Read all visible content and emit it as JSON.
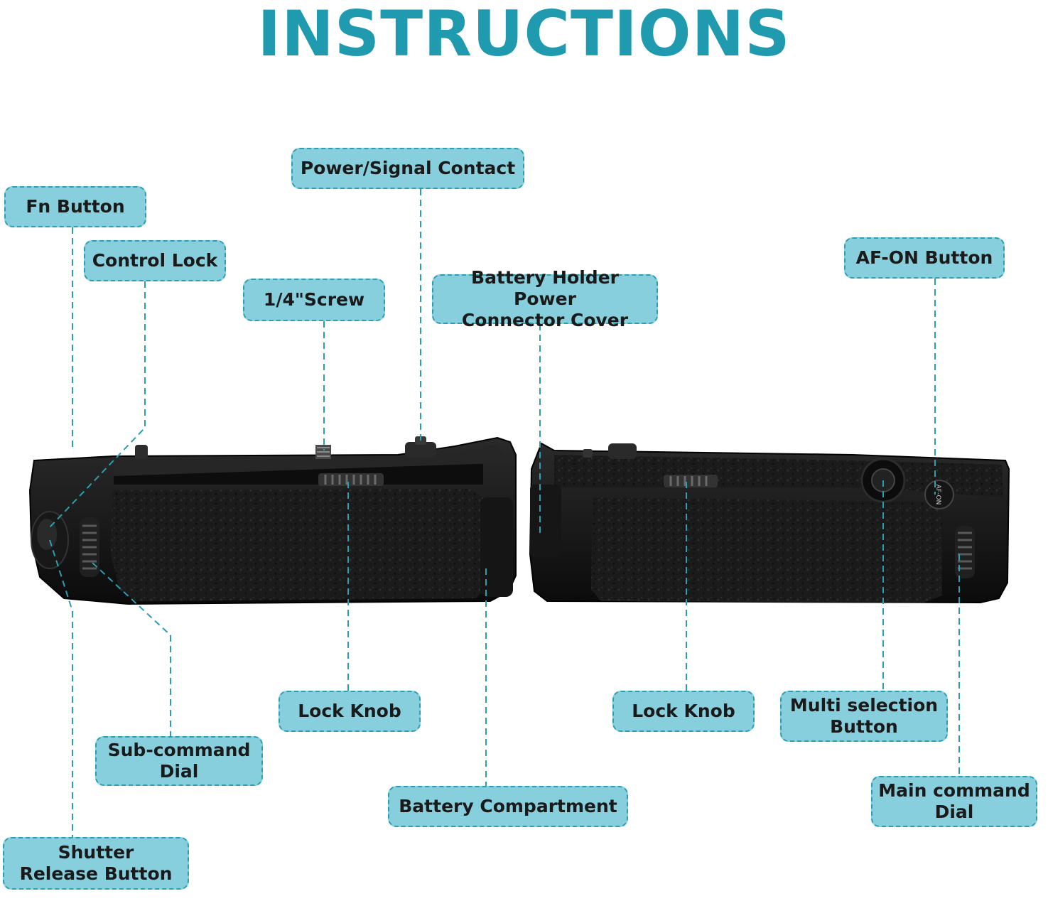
{
  "title": "INSTRUCTIONS",
  "colors": {
    "accent": "#1f9aae",
    "label_fill": "#87cfdd",
    "label_border": "#2a9fb3",
    "device_body": "#111111"
  },
  "labels": {
    "power_signal_contact": "Power/Signal Contact",
    "fn_button": "Fn Button",
    "control_lock": "Control Lock",
    "quarter_screw": "1/4\"Screw",
    "battery_holder_power_connector_cover": "Battery Holder Power\nConnector Cover",
    "af_on_button": "AF-ON Button",
    "lock_knob_left": "Lock Knob",
    "lock_knob_right": "Lock Knob",
    "multi_selection_button": "Multi selection\nButton",
    "sub_command_dial": "Sub-command\nDial",
    "battery_compartment": "Battery Compartment",
    "main_command_dial": "Main command\nDial",
    "shutter_release_button": "Shutter\nRelease Button"
  },
  "device_marking": "AF-ON"
}
